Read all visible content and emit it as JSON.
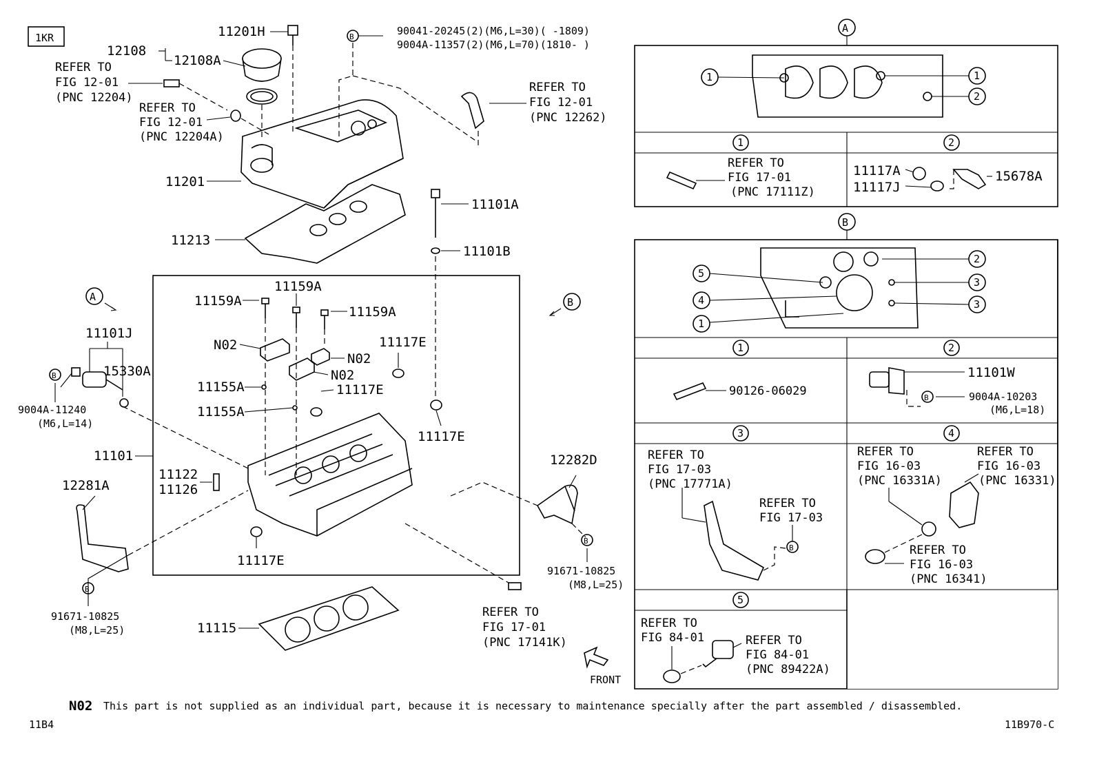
{
  "engine_code": "1KR",
  "diagram_code": "11B970-C",
  "page_code": "11B4",
  "front_label": "FRONT",
  "note": {
    "code": "N02",
    "text": "This part is not supplied as an individual part, because it is necessary to maintenance specially after the part assembled / disassembled."
  },
  "view_markers": {
    "a": "A",
    "b": "B"
  },
  "callouts": {
    "c1": "1",
    "c2": "2",
    "c3": "3",
    "c4": "4",
    "c5": "5",
    "b": "B"
  },
  "parts": {
    "p11201H": "11201H",
    "p12108": "12108",
    "p12108A": "12108A",
    "p11201": "11201",
    "p11213": "11213",
    "p11101A": "11101A",
    "p11101B": "11101B",
    "p11159A": "11159A",
    "pN02": "N02",
    "p11117E": "11117E",
    "p11155A": "11155A",
    "p11101J": "11101J",
    "p15330A": "15330A",
    "p11101": "11101",
    "p11122": "11122",
    "p11126": "11126",
    "p12281A": "12281A",
    "p12282D": "12282D",
    "p11115": "11115",
    "p11117A": "11117A",
    "p11117J": "11117J",
    "p15678A": "15678A",
    "p11101W": "11101W",
    "p90126_06029": "90126-06029"
  },
  "bolts": {
    "top_line1": "90041-20245(2)(M6,L=30)(      -1809)",
    "top_line2": "9004A-11357(2)(M6,L=70)(1810-      )",
    "left_code": "9004A-11240",
    "left_spec": "(M6,L=14)",
    "bl_code": "91671-10825",
    "bl_spec": "(M8,L=25)",
    "br_code": "91671-10825",
    "br_spec": "(M8,L=25)",
    "sensor_code": "9004A-10203",
    "sensor_spec": "(M6,L=18)"
  },
  "refs": {
    "r12204": [
      "REFER TO",
      "FIG 12-01",
      "(PNC 12204)"
    ],
    "r12204A": [
      "REFER TO",
      "FIG 12-01",
      "(PNC 12204A)"
    ],
    "r12262": [
      "REFER TO",
      "FIG 12-01",
      "(PNC 12262)"
    ],
    "r17141K": [
      "REFER TO",
      "FIG 17-01",
      "(PNC 17141K)"
    ],
    "r17111Z": [
      "REFER TO",
      "FIG 17-01",
      "(PNC 17111Z)"
    ],
    "r17771A": [
      "REFER TO",
      "FIG 17-03",
      "(PNC 17771A)"
    ],
    "r1703": [
      "REFER TO",
      "FIG 17-03"
    ],
    "r16331A": [
      "REFER TO",
      "FIG 16-03",
      "(PNC 16331A)"
    ],
    "r16331": [
      "REFER TO",
      "FIG 16-03",
      "(PNC 16331)"
    ],
    "r16341": [
      "REFER TO",
      "FIG 16-03",
      "(PNC 16341)"
    ],
    "r8401": [
      "REFER TO",
      "FIG 84-01"
    ],
    "r89422A": [
      "REFER TO",
      "FIG 84-01",
      "(PNC 89422A)"
    ]
  }
}
